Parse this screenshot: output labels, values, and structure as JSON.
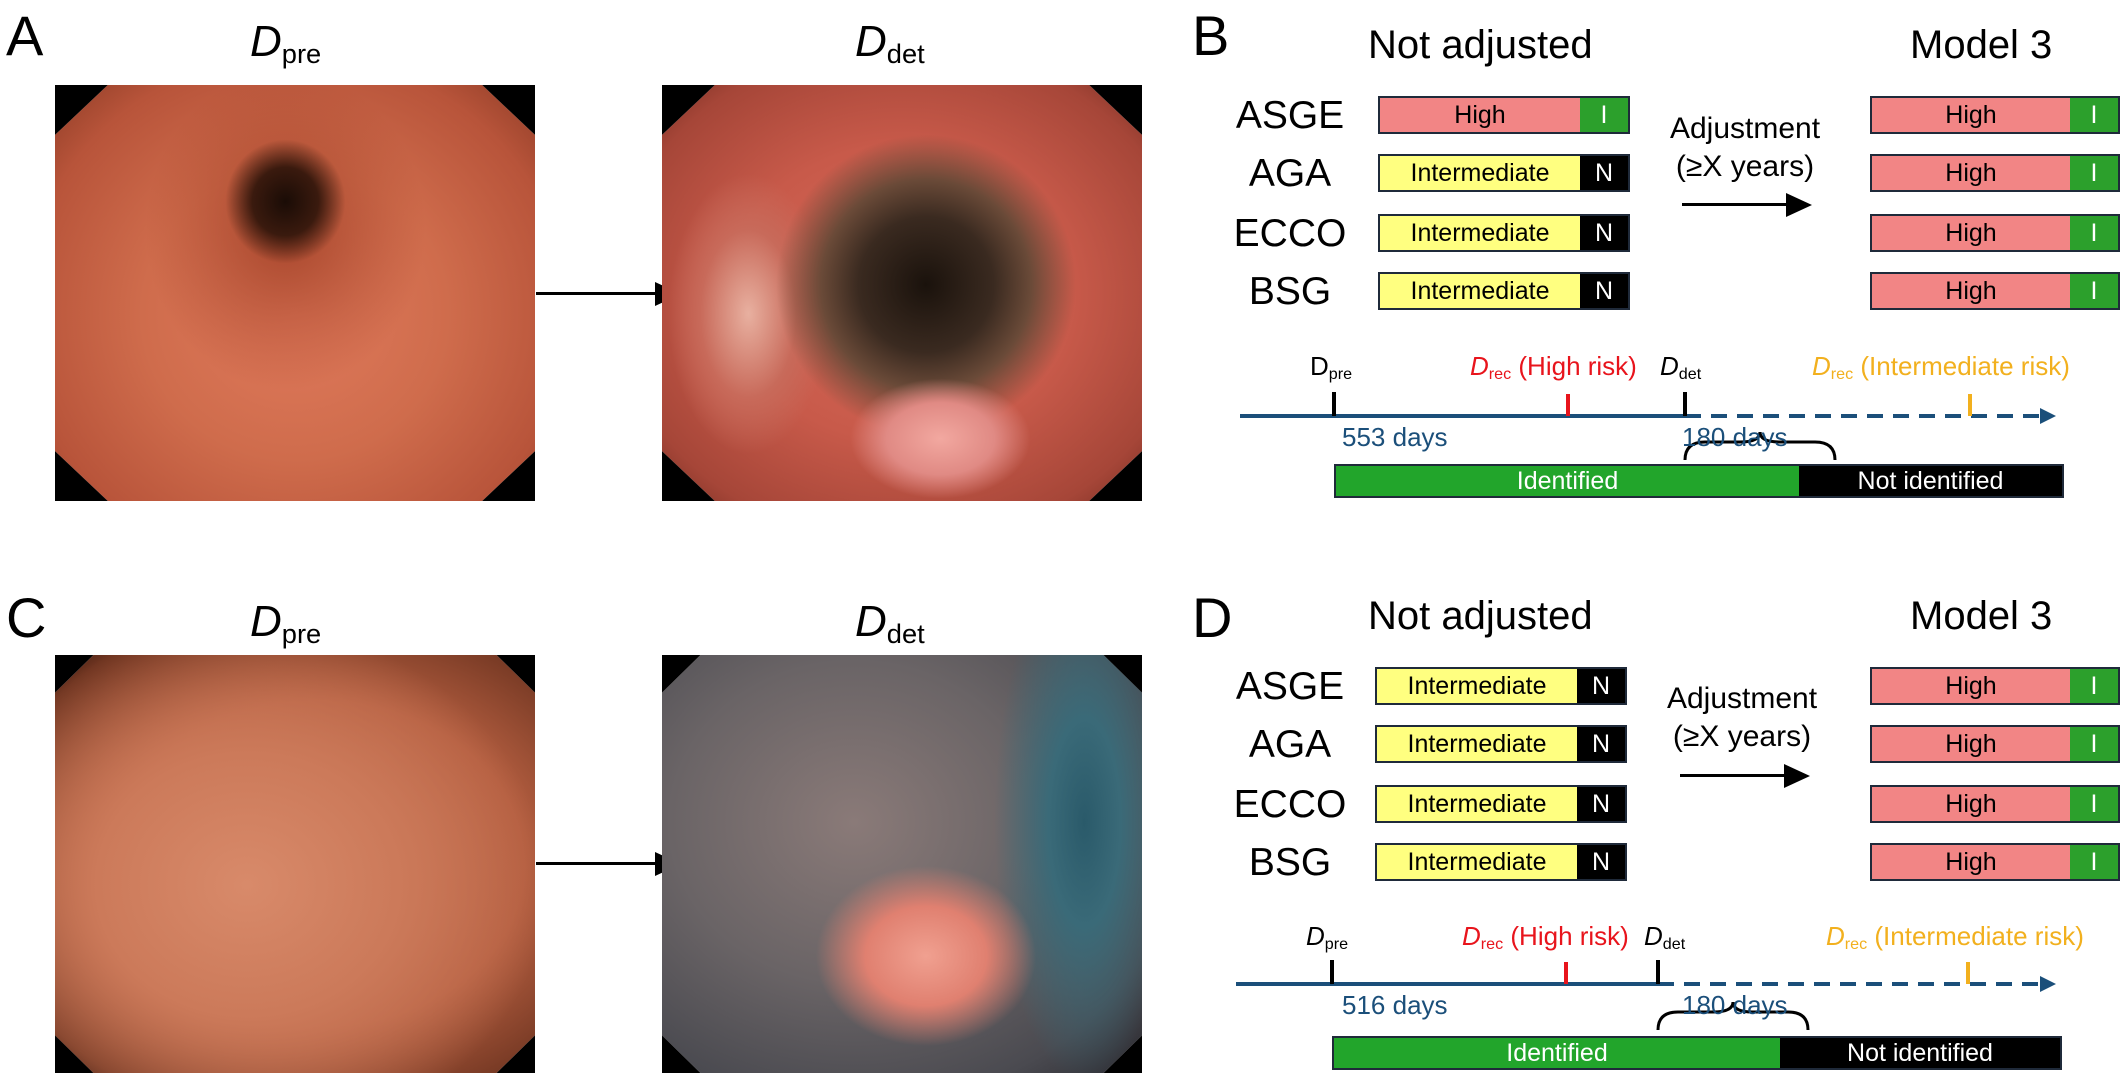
{
  "panels": {
    "A": {
      "letter": "A",
      "pre_title": {
        "main": "D",
        "sub": "pre"
      },
      "det_title": {
        "main": "D",
        "sub": "det"
      }
    },
    "B": {
      "letter": "B",
      "header_left": "Not adjusted",
      "header_right": "Model 3",
      "adjustment": {
        "line1": "Adjustment",
        "line2": "(≥X years)"
      },
      "rows": [
        {
          "guideline": "ASGE",
          "before": {
            "risk": "High",
            "tag": "I"
          },
          "after": {
            "risk": "High",
            "tag": "I"
          }
        },
        {
          "guideline": "AGA",
          "before": {
            "risk": "Intermediate",
            "tag": "N"
          },
          "after": {
            "risk": "High",
            "tag": "I"
          }
        },
        {
          "guideline": "ECCO",
          "before": {
            "risk": "Intermediate",
            "tag": "N"
          },
          "after": {
            "risk": "High",
            "tag": "I"
          }
        },
        {
          "guideline": "BSG",
          "before": {
            "risk": "Intermediate",
            "tag": "N"
          },
          "after": {
            "risk": "High",
            "tag": "I"
          }
        }
      ],
      "timeline": {
        "d_pre": {
          "main": "D",
          "sub": "pre"
        },
        "d_rec_high": {
          "main": "D",
          "sub": "rec",
          "suffix": " (High risk)"
        },
        "d_det": {
          "main": "D",
          "sub": "det"
        },
        "d_rec_int": {
          "main": "D",
          "sub": "rec",
          "suffix": " (Intermediate risk)"
        },
        "days_before": "553 days",
        "days_after": "180 days",
        "identified": "Identified",
        "not_identified": "Not identified"
      }
    },
    "C": {
      "letter": "C",
      "pre_title": {
        "main": "D",
        "sub": "pre"
      },
      "det_title": {
        "main": "D",
        "sub": "det"
      }
    },
    "D": {
      "letter": "D",
      "header_left": "Not adjusted",
      "header_right": "Model 3",
      "adjustment": {
        "line1": "Adjustment",
        "line2": "(≥X years)"
      },
      "rows": [
        {
          "guideline": "ASGE",
          "before": {
            "risk": "Intermediate",
            "tag": "N"
          },
          "after": {
            "risk": "High",
            "tag": "I"
          }
        },
        {
          "guideline": "AGA",
          "before": {
            "risk": "Intermediate",
            "tag": "N"
          },
          "after": {
            "risk": "High",
            "tag": "I"
          }
        },
        {
          "guideline": "ECCO",
          "before": {
            "risk": "Intermediate",
            "tag": "N"
          },
          "after": {
            "risk": "High",
            "tag": "I"
          }
        },
        {
          "guideline": "BSG",
          "before": {
            "risk": "Intermediate",
            "tag": "N"
          },
          "after": {
            "risk": "High",
            "tag": "I"
          }
        }
      ],
      "timeline": {
        "d_pre": {
          "main": "D",
          "sub": "pre"
        },
        "d_rec_high": {
          "main": "D",
          "sub": "rec",
          "suffix": " (High risk)"
        },
        "d_det": {
          "main": "D",
          "sub": "det"
        },
        "d_rec_int": {
          "main": "D",
          "sub": "rec",
          "suffix": " (Intermediate risk)"
        },
        "days_before": "516 days",
        "days_after": "180 days",
        "identified": "Identified",
        "not_identified": "Not identified"
      }
    }
  },
  "colors": {
    "high": "#f28585",
    "intermediate": "#ffff80",
    "tag_i": "#2ca02c",
    "tag_n": "#000000",
    "timeline": "#1b4f7a",
    "rec_high": "#e8141c",
    "rec_int": "#f2b01e",
    "identified": "#22a52b",
    "not_identified": "#000000"
  }
}
